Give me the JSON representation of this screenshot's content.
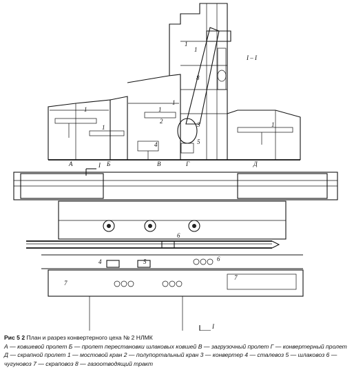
{
  "section_label": "I – I",
  "section_marks": [
    "I",
    "I"
  ],
  "bay_letters": [
    "А",
    "Б",
    "В",
    "Г",
    "Д"
  ],
  "item_numbers": [
    "1",
    "1",
    "1",
    "1",
    "1",
    "1",
    "1",
    "2",
    "3",
    "4",
    "5",
    "6",
    "7",
    "8",
    "4",
    "5",
    "6",
    "7"
  ],
  "caption": {
    "figure": "Рис 5 2",
    "title": "План и разрез конвертерного цеха № 2 НЛМК",
    "legend": "А — ковшевой пролет Б — пролет перестановки шлаковых ковшей В — загрузочный пролет Г — конвертерный пролет Д — скрапной пролет 1 — мостовой кран 2 — полупортальный кран 3 — конвертер 4 — сталевоз 5 — шлаковоз 6 — чугуновоз 7 — скраповоз 8 — газоотводящий тракт"
  }
}
